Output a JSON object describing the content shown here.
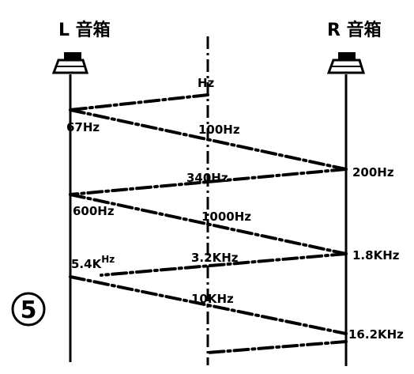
{
  "speakers": {
    "left_label": "L 音箱",
    "right_label": "R 音箱"
  },
  "center_label": "Hz",
  "step_label": "5",
  "frequencies": {
    "f67": "67Hz",
    "f100": "100Hz",
    "f200": "200Hz",
    "f340": "340Hz",
    "f600": "600Hz",
    "f1000": "1000Hz",
    "f1_8k": "1.8KHz",
    "f5_4k_base": "5.4K",
    "f5_4k_sup": "Hz",
    "f3_2k": "3.2KHz",
    "f10k": "10KHz",
    "f16_2k": "16.2KHz"
  },
  "icons": {
    "left": "speaker-icon",
    "right": "speaker-icon",
    "step": "circled-number-icon"
  }
}
